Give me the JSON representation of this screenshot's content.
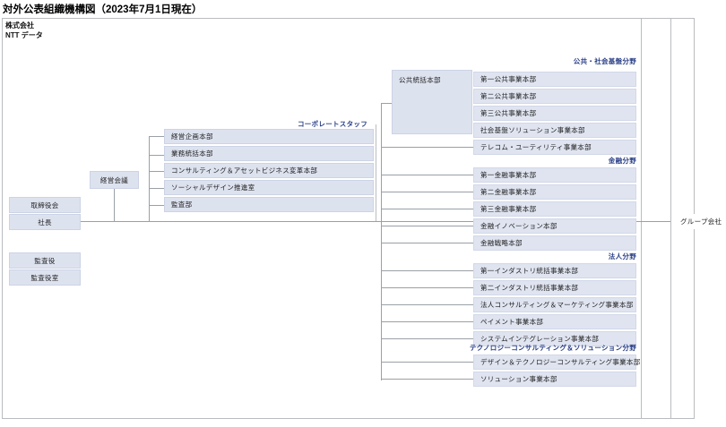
{
  "page": {
    "title": "対外公表組織機構図（2023年7月1日現在）",
    "company_name": "株式会社\nNTT データ",
    "accent_color": "#2a3f86",
    "box_fill": "#dde2ef",
    "line_color": "#9aa0a6",
    "frame_color": "#b9bcbf"
  },
  "governance": {
    "board_label": "取締役会",
    "president_label": "社長",
    "auditor_label": "監査役",
    "auditor_office_label": "監査役室",
    "management_meeting_label": "経営会議"
  },
  "corporate_staff": {
    "heading": "コーポレートスタッフ",
    "items": [
      {
        "label": "経営企画本部"
      },
      {
        "label": "業務統括本部"
      },
      {
        "label": "コンサルティング＆アセットビジネス変革本部"
      },
      {
        "label": "ソーシャルデザイン推進室"
      },
      {
        "label": "監査部"
      }
    ]
  },
  "public_sector": {
    "heading": "公共・社会基盤分野",
    "group_box": "公共統括本部",
    "items": [
      {
        "label": "第一公共事業本部"
      },
      {
        "label": "第二公共事業本部"
      },
      {
        "label": "第三公共事業本部"
      },
      {
        "label": "社会基盤ソリューション事業本部"
      }
    ],
    "standalone": [
      {
        "label": "テレコム・ユーティリティ事業本部"
      }
    ]
  },
  "finance_sector": {
    "heading": "金融分野",
    "items": [
      {
        "label": "第一金融事業本部"
      },
      {
        "label": "第二金融事業本部"
      },
      {
        "label": "第三金融事業本部"
      },
      {
        "label": "金融イノベーション本部"
      },
      {
        "label": "金融戦略本部"
      }
    ]
  },
  "enterprise_sector": {
    "heading": "法人分野",
    "items": [
      {
        "label": "第一インダストリ統括事業本部"
      },
      {
        "label": "第二インダストリ統括事業本部"
      },
      {
        "label": "法人コンサルティング＆マーケティング事業本部"
      },
      {
        "label": "ペイメント事業本部"
      },
      {
        "label": "システムインテグレーション事業本部"
      }
    ]
  },
  "technology_sector": {
    "heading": "テクノロジーコンサルティング＆ソリューション分野",
    "items": [
      {
        "label": "デザイン＆テクノロジーコンサルティング事業本部"
      },
      {
        "label": "ソリューション事業本部"
      }
    ]
  },
  "group_companies": {
    "label": "グループ会社"
  }
}
